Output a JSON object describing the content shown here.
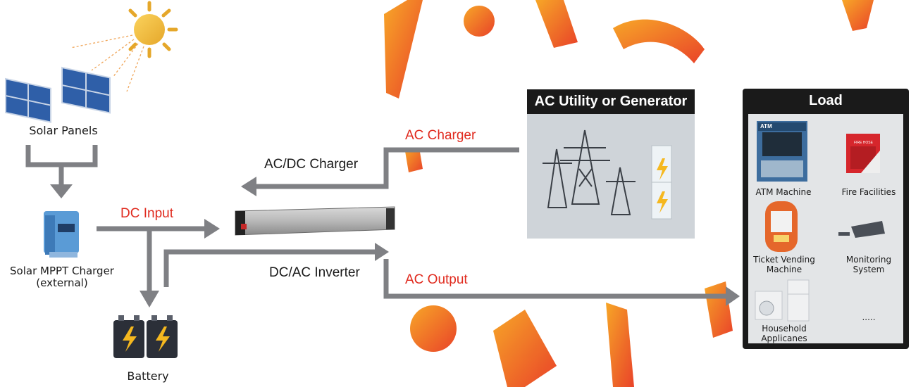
{
  "labels": {
    "solar_panels": "Solar Panels",
    "mppt_line1": "Solar MPPT Charger",
    "mppt_line2": "(external)",
    "battery": "Battery",
    "dc_input": "DC Input",
    "ac_charger": "AC Charger",
    "acdc_charger": "AC/DC Charger",
    "dcac_inverter": "DC/AC Inverter",
    "ac_output": "AC Output"
  },
  "utility_box": {
    "title": "AC Utility or Generator"
  },
  "load_box": {
    "title": "Load",
    "items": {
      "atm": "ATM Machine",
      "fire": "Fire Facilities",
      "ticket1": "Ticket Vending",
      "ticket2": "Machine",
      "monitor1": "Monitoring",
      "monitor2": "System",
      "household1": "Household",
      "household2": "Applicanes",
      "more": "....."
    },
    "atm_screen_text": "ATM",
    "fire_sign_text": "FIRE HOSE"
  },
  "colors": {
    "arrow": "#7f8084",
    "accent_red": "#e02a1e",
    "box_header": "#1a1a1a",
    "box_body": "#cfd4d9",
    "watermark": "#f6941e"
  }
}
